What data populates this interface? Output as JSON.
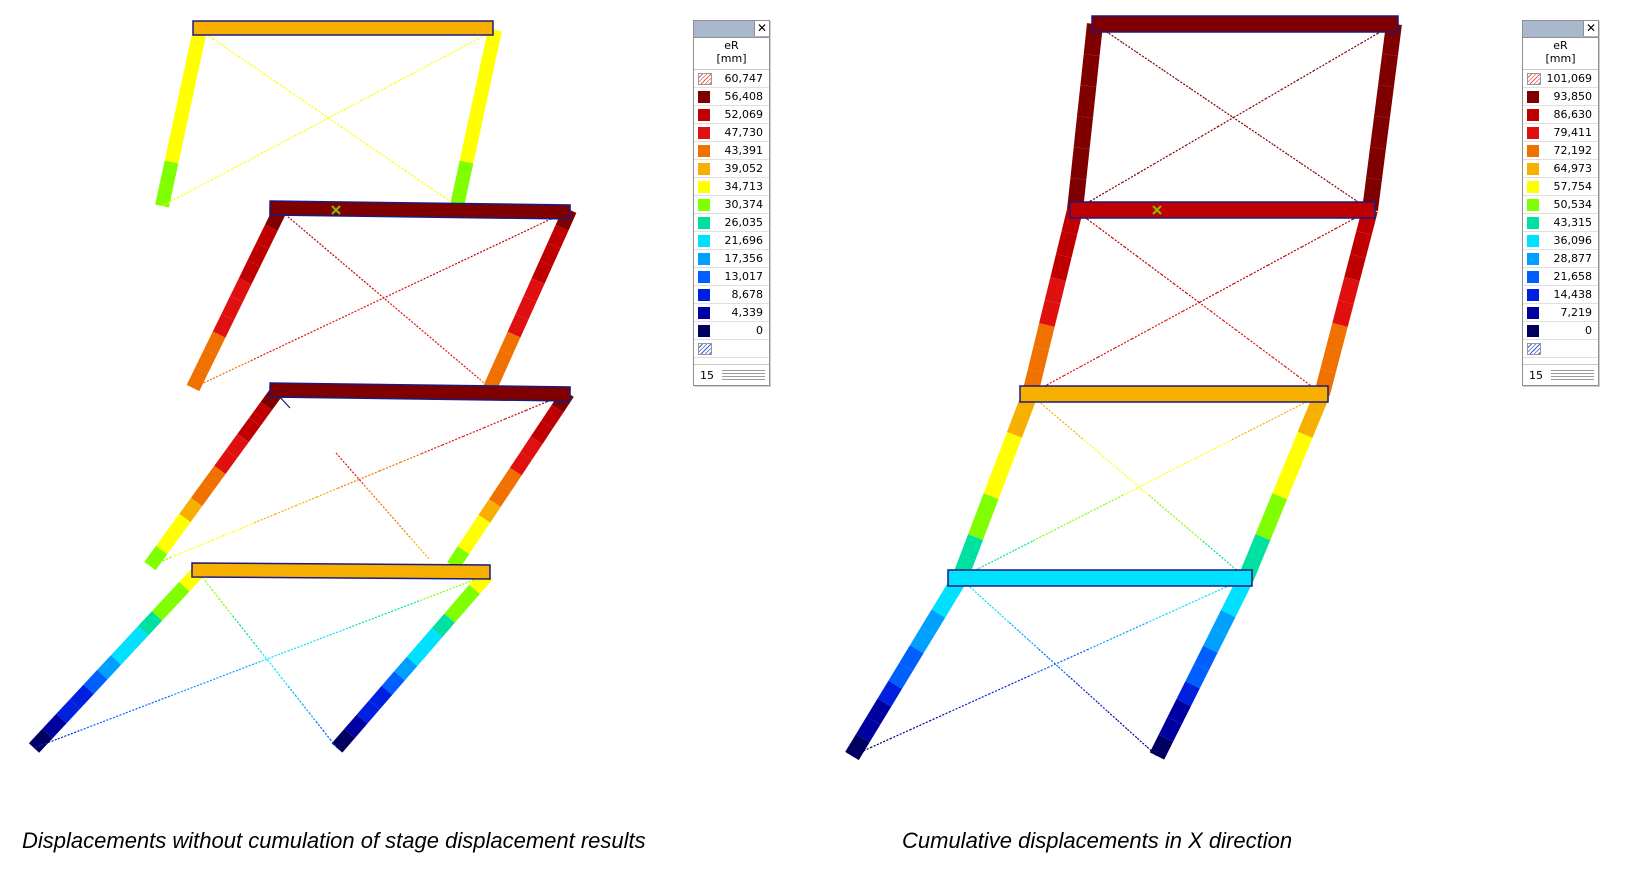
{
  "captions": {
    "left": "Displacements without cumulation of stage displacement results",
    "right": "Cumulative displacements in X direction"
  },
  "legend_left": {
    "quantity": "eR",
    "unit": "[mm]",
    "close": "✕",
    "values": [
      "60,747",
      "56,408",
      "52,069",
      "47,730",
      "43,391",
      "39,052",
      "34,713",
      "30,374",
      "26,035",
      "21,696",
      "17,356",
      "13,017",
      "8,678",
      "4,339",
      "0"
    ],
    "count": "15"
  },
  "legend_right": {
    "quantity": "eR",
    "unit": "[mm]",
    "close": "✕",
    "values": [
      "101,069",
      "93,850",
      "86,630",
      "79,411",
      "72,192",
      "64,973",
      "57,754",
      "50,534",
      "43,315",
      "36,096",
      "28,877",
      "21,658",
      "14,438",
      "7,219",
      "0"
    ],
    "count": "15"
  },
  "palette": {
    "swatches": [
      "#800000",
      "#c00000",
      "#e01010",
      "#f07000",
      "#f8b000",
      "#ffff00",
      "#80ff00",
      "#00e0a0",
      "#00e0ff",
      "#00a0ff",
      "#0060ff",
      "#0020e0",
      "#0000a0",
      "#000060"
    ],
    "ramp": [
      "#000060",
      "#0000a0",
      "#0020e0",
      "#0060ff",
      "#00a0ff",
      "#00e0ff",
      "#00e0a0",
      "#80ff00",
      "#ffff00",
      "#f8b000",
      "#f07000",
      "#e01010",
      "#c00000",
      "#800000"
    ]
  }
}
